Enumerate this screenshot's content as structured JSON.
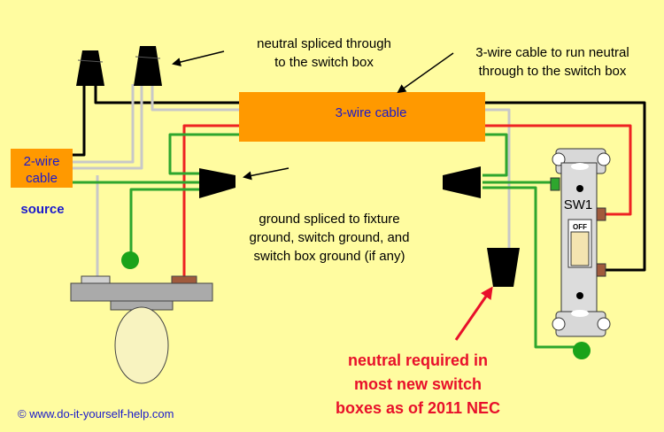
{
  "labels": {
    "neutral_spliced_line1": "neutral spliced through",
    "neutral_spliced_line2": "to the switch box",
    "three_wire_note_line1": "3-wire cable to run neutral",
    "three_wire_note_line2": "through to the switch box",
    "three_wire_cable": "3-wire cable",
    "two_wire_line1": "2-wire",
    "two_wire_line2": "cable",
    "source": "source",
    "ground_note_line1": "ground spliced to fixture",
    "ground_note_line2": "ground, switch ground, and",
    "ground_note_line3": "switch box ground (if any)",
    "switch_name": "SW1",
    "switch_off": "OFF",
    "neutral_required_line1": "neutral required in",
    "neutral_required_line2": "most new switch",
    "neutral_required_line3": "boxes as of 2011 NEC",
    "copyright": "© www.do-it-yourself-help.com"
  },
  "colors": {
    "background": "#fffca0",
    "cable_orange": "#ff9900",
    "hot_black": "#000000",
    "neutral_white": "#c8c8c8",
    "traveler_red": "#ee2222",
    "ground_green": "#2ea62e",
    "label_blue": "#1a1acc",
    "alert_red": "#e8102a"
  }
}
